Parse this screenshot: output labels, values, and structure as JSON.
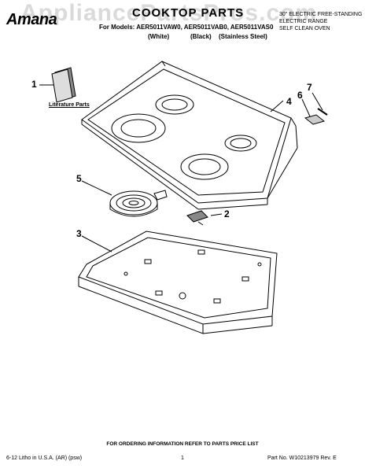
{
  "header": {
    "brand": "Amana",
    "title": "COOKTOP PARTS",
    "models_line": "For Models: AER5011VAW0, AER5011VAB0, AER5011VAS0",
    "color_white": "(White)",
    "color_black": "(Black)",
    "color_stainless": "(Stainless Steel)",
    "corner_line1": "30\" ELECTRIC FREE-STANDING",
    "corner_line2": "ELECTRIC RANGE",
    "corner_line3": "SELF CLEAN OVEN"
  },
  "watermark": "AppliancePartsPros.com",
  "diagram": {
    "literature_label": "Literature Parts",
    "callouts": [
      "1",
      "2",
      "3",
      "4",
      "5",
      "6",
      "7"
    ]
  },
  "footer": {
    "ordering_note": "FOR ORDERING INFORMATION REFER TO PARTS PRICE LIST",
    "litho": "6-12 Litho in U.S.A. (AR) (psw)",
    "page": "1",
    "part_no": "Part No. W10213979 Rev. E"
  }
}
